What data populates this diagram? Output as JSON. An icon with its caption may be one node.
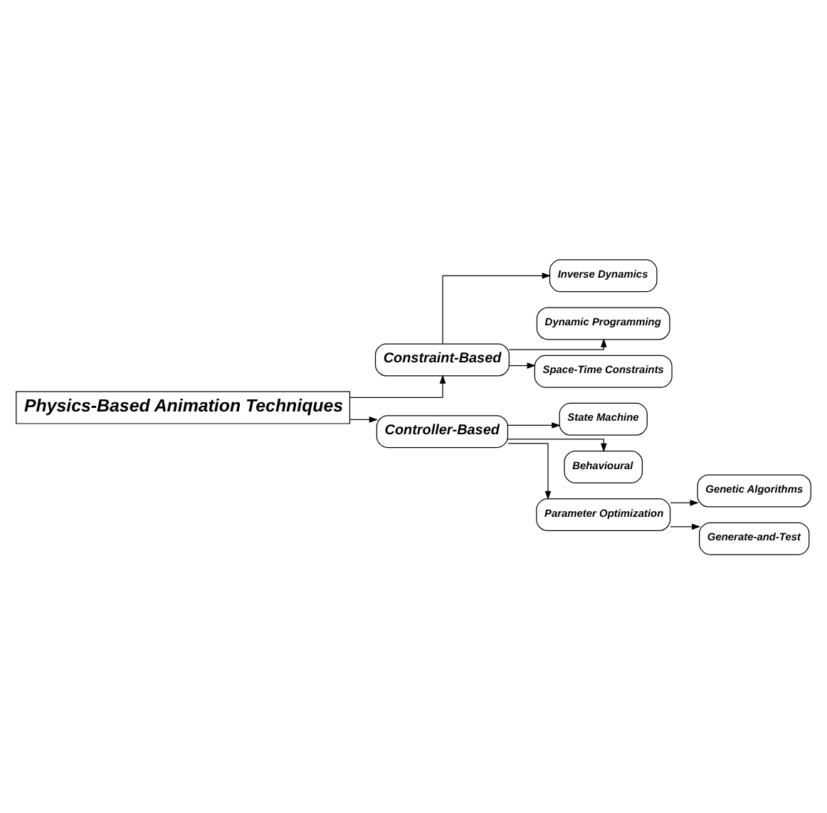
{
  "diagram": {
    "nodes": [
      {
        "text": [
          "Physics-Based Animation Techniques"
        ]
      },
      {
        "text": [
          "Constraint-Based"
        ]
      },
      {
        "text": [
          "Inverse Dynamics"
        ]
      },
      {
        "text": [
          "Dynamic Programming"
        ]
      },
      {
        "text": [
          "Space-Time Constraints"
        ]
      },
      {
        "text": [
          "Controller-Based"
        ]
      },
      {
        "text": [
          "State Machine"
        ]
      },
      {
        "text": [
          "Behavioural"
        ]
      },
      {
        "text": [
          "Parameter Optimization"
        ]
      },
      {
        "text": [
          "Genetic Algorithms"
        ]
      },
      {
        "text": [
          "Generate-and-Test"
        ]
      }
    ],
    "edges": [
      {
        "from": 0,
        "to": 1,
        "arrow": "to"
      },
      {
        "from": 1,
        "to": 2,
        "arrow": "to"
      },
      {
        "from": 1,
        "to": 3,
        "arrow": "to"
      },
      {
        "from": 1,
        "to": 4,
        "arrow": "to"
      },
      {
        "from": 0,
        "to": 5,
        "arrow": "to"
      },
      {
        "from": 5,
        "to": 6,
        "arrow": "to"
      },
      {
        "from": 5,
        "to": 7,
        "arrow": "to"
      },
      {
        "from": 5,
        "to": 8,
        "arrow": "to"
      },
      {
        "from": 8,
        "to": 9,
        "arrow": "to"
      },
      {
        "from": 8,
        "to": 10,
        "arrow": "to"
      }
    ]
  }
}
